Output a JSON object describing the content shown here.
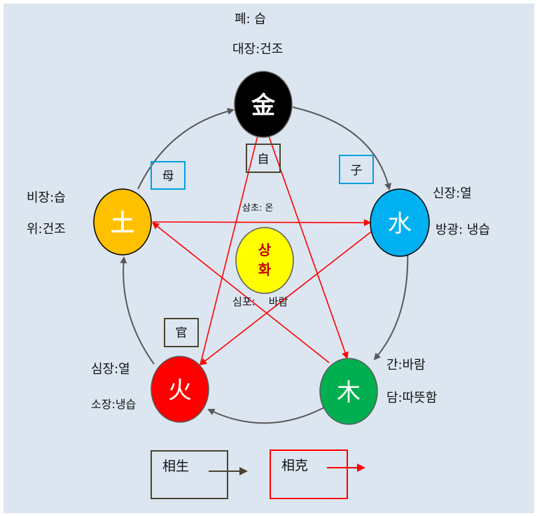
{
  "elements": {
    "metal": {
      "glyph": "金",
      "color": "#000000"
    },
    "water": {
      "glyph": "水",
      "color": "#00b0f0"
    },
    "wood": {
      "glyph": "木",
      "color": "#00b050"
    },
    "fire": {
      "glyph": "火",
      "color": "#ff0000"
    },
    "earth": {
      "glyph": "土",
      "color": "#ffc000"
    },
    "center": {
      "line1": "상",
      "line2": "화",
      "color": "#ffff00",
      "text_color": "#c00000"
    }
  },
  "labels": {
    "metal_1": "폐: 습",
    "metal_2": "대장:건조",
    "water_1": "신장:열",
    "water_2": "방광: 냉습",
    "wood_1": "간:바람",
    "wood_2": "담:따뜻함",
    "fire_1": "심장:열",
    "fire_2": "소장:냉습",
    "earth_1": "비장:습",
    "earth_2": "위:건조",
    "center_top": "삼초: 온",
    "center_bottom": "심포:    바람"
  },
  "relations": {
    "self": "自",
    "child": "子",
    "mother": "母",
    "official": "官"
  },
  "legend": {
    "generating": "相生",
    "controlling": "相克"
  },
  "colors": {
    "background": "#dce6f1",
    "generating": "#4a4530",
    "controlling": "#ff0000",
    "cycle": "#595959",
    "relation_blue": "#00a0e0"
  }
}
